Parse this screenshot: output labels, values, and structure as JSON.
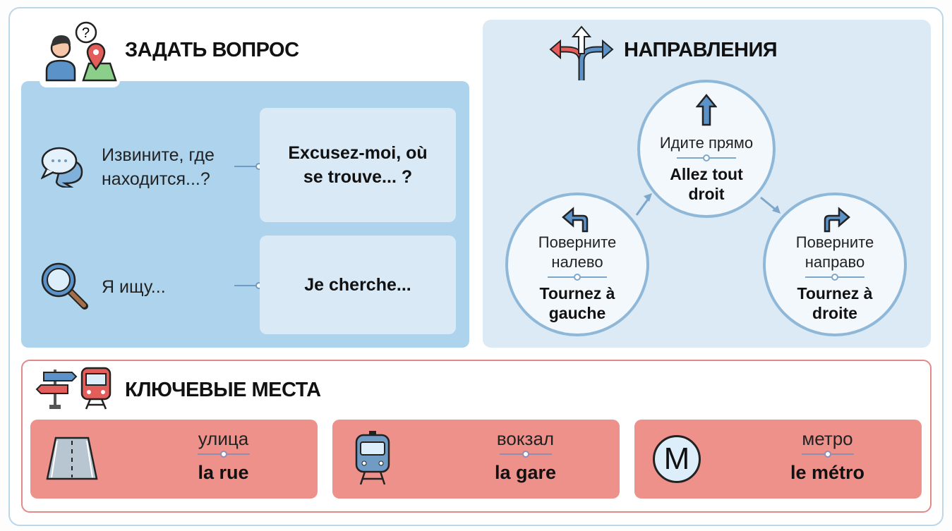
{
  "ask": {
    "title": "ЗАДАТЬ ВОПРОС",
    "rows": [
      {
        "ru": "Извините, где находится...?",
        "fr": "Excusez-moi, où se trouve... ?"
      },
      {
        "ru": "Я ищу...",
        "fr": "Je cherche..."
      }
    ]
  },
  "directions": {
    "title": "НАПРАВЛЕНИЯ",
    "straight": {
      "ru": "Идите прямо",
      "fr": "Allez tout droit"
    },
    "left": {
      "ru": "Поверните налево",
      "fr": "Tournez à gauche"
    },
    "right": {
      "ru": "Поверните направо",
      "fr": "Tournez à droite"
    }
  },
  "places": {
    "title": "КЛЮЧЕВЫЕ МЕСТА",
    "items": [
      {
        "ru": "улица",
        "fr": "la rue"
      },
      {
        "ru": "вокзал",
        "fr": "la gare"
      },
      {
        "ru": "метро",
        "fr": "le métro",
        "icon_letter": "M"
      }
    ]
  },
  "colors": {
    "blue_panel": "#aed3ec",
    "light_panel": "#dbeaf5",
    "red_card": "#ee918b",
    "red_border": "#e08a8a"
  }
}
